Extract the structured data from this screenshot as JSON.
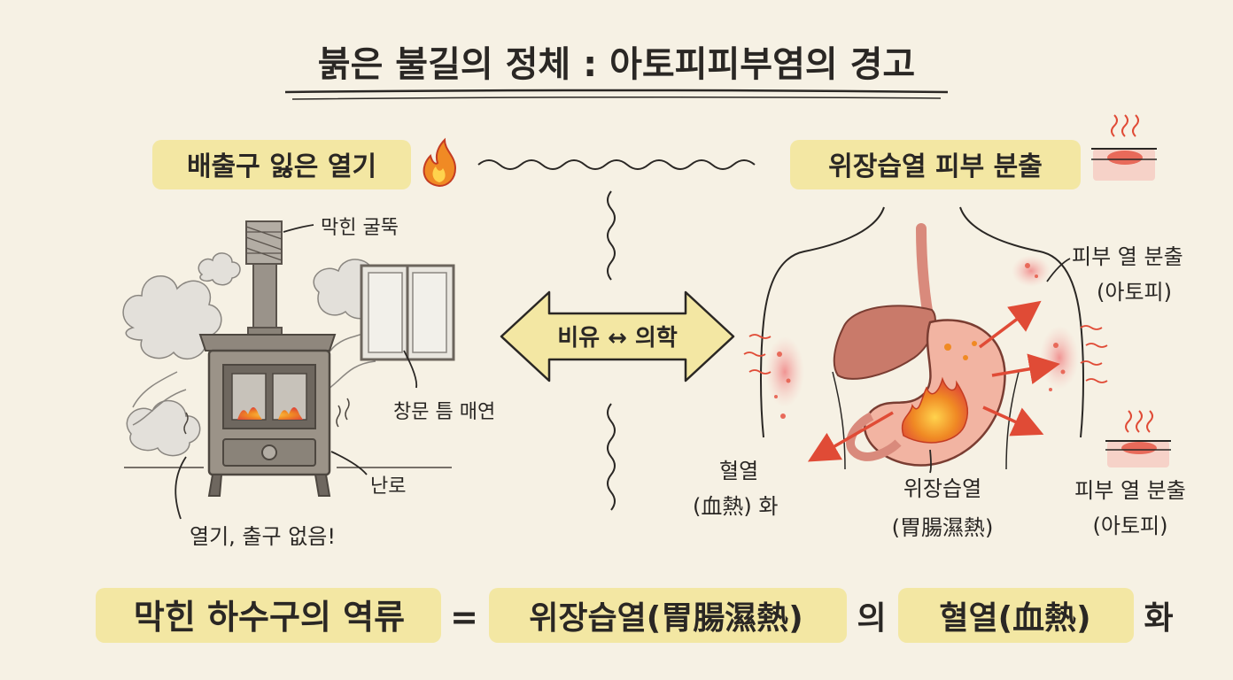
{
  "title": "붉은 불길의 정체 : 아토피피부염의 경고",
  "left_panel": {
    "heading": "배출구 잃은 열기",
    "labels": {
      "chimney": "막힌 굴뚝",
      "window": "창문 틈 매연",
      "stove": "난로",
      "no_exit": "열기, 출구 없음!"
    }
  },
  "center": {
    "arrow_label": "비유 ↔ 의학"
  },
  "right_panel": {
    "heading": "위장습열 피부 분출",
    "labels": {
      "skin_eruption_upper_1": "피부 열 분출",
      "skin_eruption_upper_2": "(아토피)",
      "blood_heat_1": "혈열",
      "blood_heat_2": "(血熱) 화",
      "damp_heat_1": "위장습열",
      "damp_heat_2": "(胃腸濕熱)",
      "skin_eruption_lower_1": "피부 열 분출",
      "skin_eruption_lower_2": "(아토피)"
    }
  },
  "bottom": {
    "part1": "막힌 하수구의 역류",
    "equals": "=",
    "part2": "위장습열(胃腸濕熱)",
    "part3": "의",
    "part4": "혈열(血熱)",
    "part5": "화"
  },
  "colors": {
    "background": "#f6f1e4",
    "highlight": "#f3e7a3",
    "heat_red": "#e04b36",
    "flame_orange": "#f08a24",
    "ink": "#2a2724"
  },
  "icons": [
    "flame-icon",
    "skin-heat-icon",
    "double-arrow-icon"
  ]
}
